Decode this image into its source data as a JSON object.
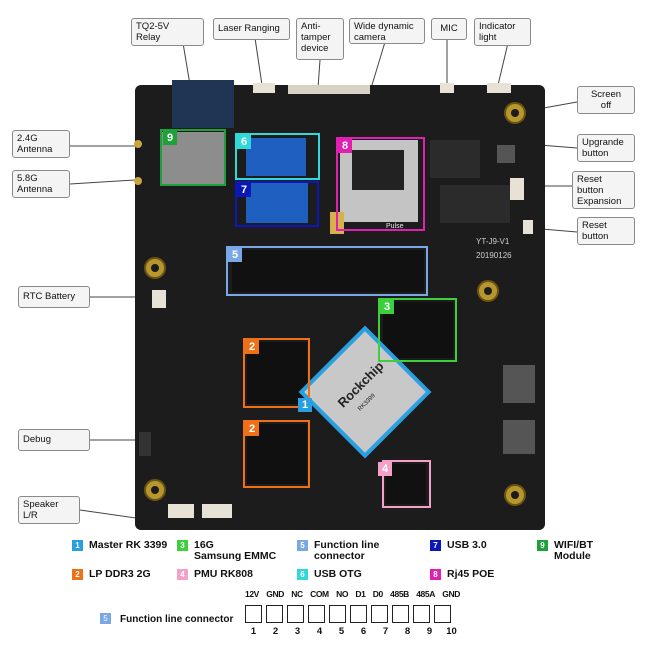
{
  "callouts": {
    "relay": "TQ2-5V\nRelay",
    "laser": "Laser Ranging",
    "antitamper": "Anti-\ntamper\ndevice",
    "camera": "Wide dynamic\ncamera",
    "mic": "MIC",
    "indicator": "Indicator\nlight",
    "screen_off": "Screen\noff",
    "upgrade": "Upgrande\nbutton",
    "reset_exp": "Reset\nbutton\nExpansion",
    "reset": "Reset\nbutton",
    "antenna24": "2.4G\nAntenna",
    "antenna58": "5.8G\nAntenna",
    "rtc": "RTC Battery",
    "debug": "Debug",
    "speaker": "Speaker\nL/R"
  },
  "markers": [
    "9",
    "6",
    "7",
    "8",
    "5",
    "3",
    "2",
    "2",
    "1",
    "4"
  ],
  "legend": [
    {
      "num": "1",
      "text": "Master RK 3399",
      "color": "#2a9fe0"
    },
    {
      "num": "3",
      "text": "16G\nSamsung EMMC",
      "color": "#3ecf3e"
    },
    {
      "num": "5",
      "text": "Function line\nconnector",
      "color": "#7aa7e6"
    },
    {
      "num": "7",
      "text": "USB 3.0",
      "color": "#0a18b8"
    },
    {
      "num": "9",
      "text": "WIFI/BT\nModule",
      "color": "#1ea03a"
    },
    {
      "num": "2",
      "text": "LP DDR3 2G",
      "color": "#f07018"
    },
    {
      "num": "4",
      "text": "PMU RK808",
      "color": "#f4a0c8"
    },
    {
      "num": "6",
      "text": "USB OTG",
      "color": "#30d8d8"
    },
    {
      "num": "8",
      "text": "Rj45 POE",
      "color": "#e020b0"
    }
  ],
  "connector": {
    "title": "Function line connector",
    "badge": "5",
    "pin_labels": [
      "12V",
      "GND",
      "NC",
      "COM",
      "NO",
      "D1",
      "D0",
      "485B",
      "485A",
      "GND"
    ],
    "pin_numbers": [
      "1",
      "2",
      "3",
      "4",
      "5",
      "6",
      "7",
      "8",
      "9",
      "10"
    ]
  },
  "board_texts": {
    "chip": "Rockchip",
    "chip_model": "RK3399",
    "version": "YT-J9-V1",
    "date": "20190126",
    "brand": "Pulse"
  },
  "colors": {
    "board": "#1c1c1c",
    "usb3": "#0a18b8",
    "otg": "#30d8d8",
    "poe": "#e020b0",
    "connector": "#7aa7e6",
    "ddr": "#f07018",
    "emmc": "#3ecf3e",
    "wifi": "#1ea03a",
    "pmu": "#f4a0c8",
    "master": "#2a9fe0"
  }
}
